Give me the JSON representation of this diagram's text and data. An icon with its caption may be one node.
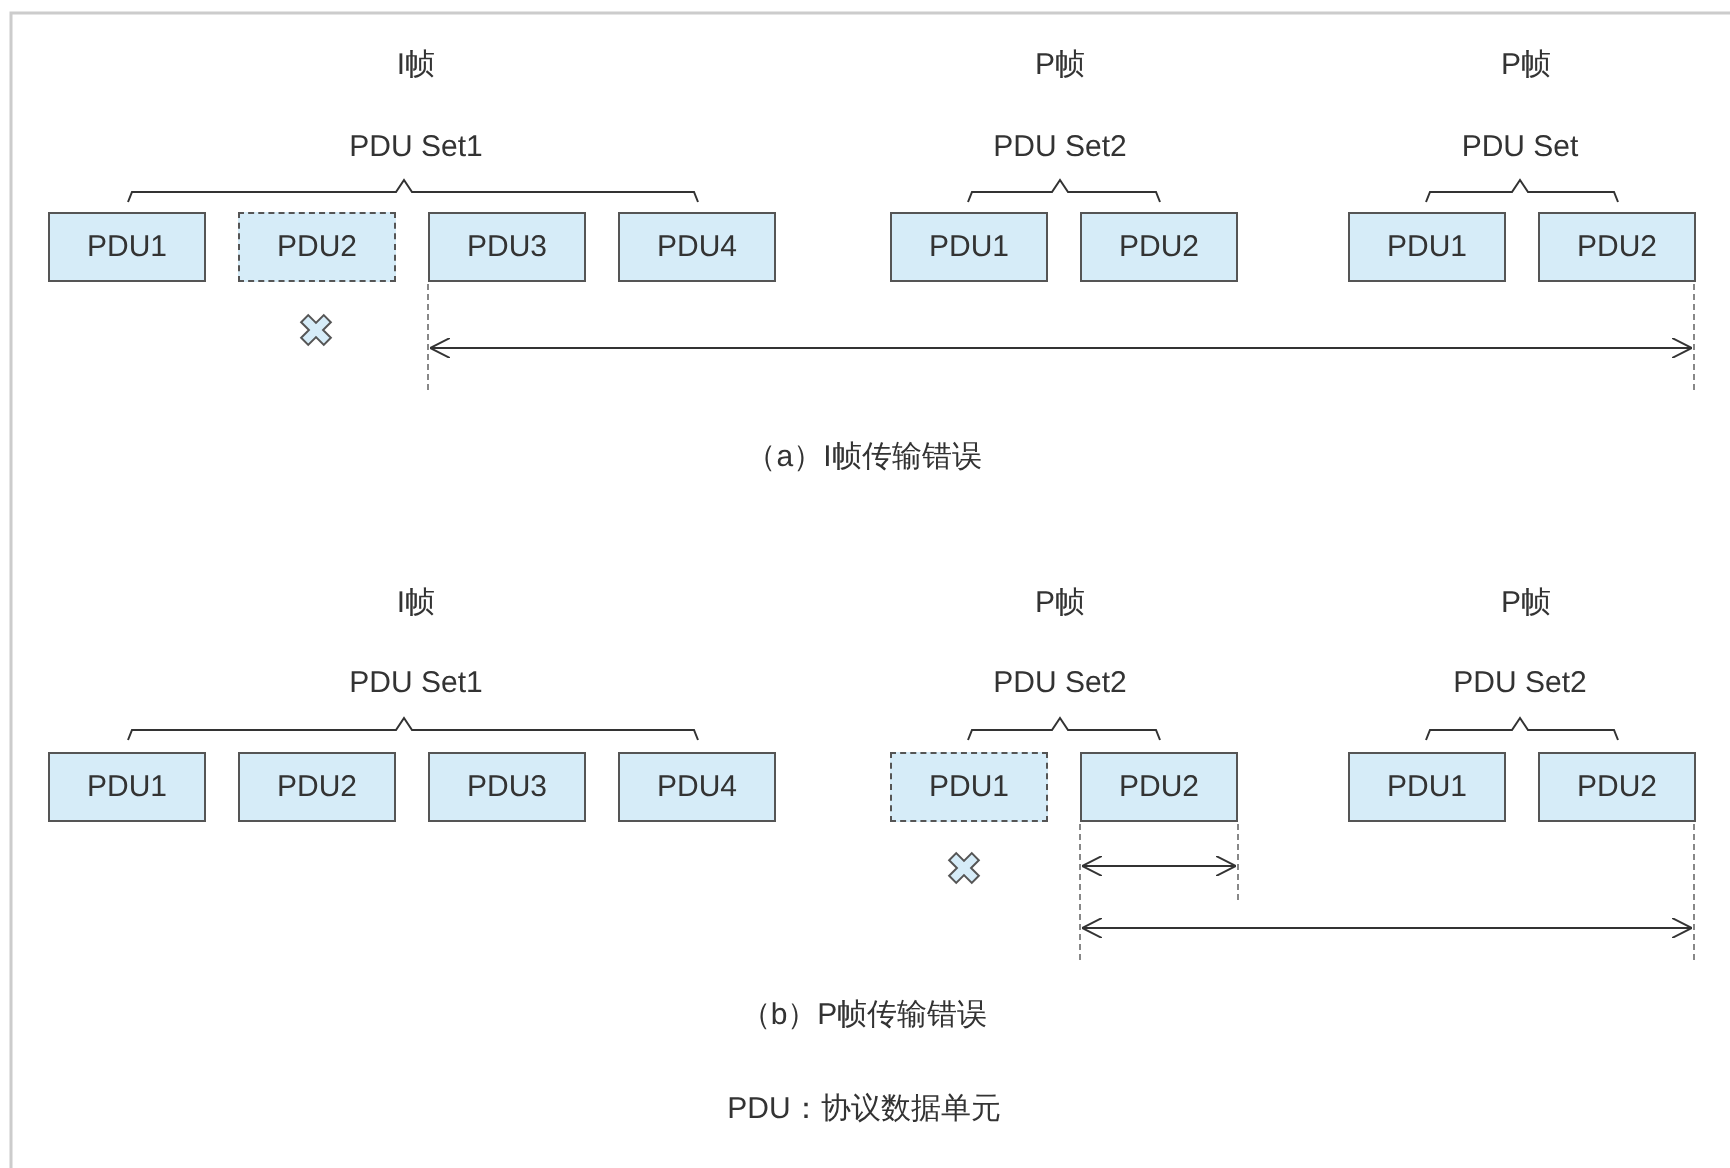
{
  "diagram": {
    "nodes": [
      {
        "text": [
          "PDU1"
        ]
      },
      {
        "text": [
          "PDU2"
        ]
      },
      {
        "text": [
          "PDU3"
        ]
      },
      {
        "text": [
          "PDU4"
        ]
      },
      {
        "text": [
          "PDU1"
        ]
      },
      {
        "text": [
          "PDU2"
        ]
      },
      {
        "text": [
          "PDU1"
        ]
      },
      {
        "text": [
          "PDU2"
        ]
      },
      {
        "text": [
          "PDU1"
        ]
      },
      {
        "text": [
          "PDU2"
        ]
      },
      {
        "text": [
          "PDU3"
        ]
      },
      {
        "text": [
          "PDU4"
        ]
      },
      {
        "text": [
          "PDU1"
        ]
      },
      {
        "text": [
          "PDU2"
        ]
      },
      {
        "text": [
          "PDU1"
        ]
      },
      {
        "text": [
          "PDU2"
        ]
      }
    ],
    "labels": [
      "I帧",
      "P帧",
      "P帧",
      "PDU Set1",
      "PDU Set2",
      "PDU Set",
      "（a）I帧传输错误",
      "I帧",
      "P帧",
      "P帧",
      "PDU Set1",
      "PDU Set2",
      "PDU Set2",
      "（b）P帧传输错误",
      "PDU：协议数据单元"
    ]
  }
}
